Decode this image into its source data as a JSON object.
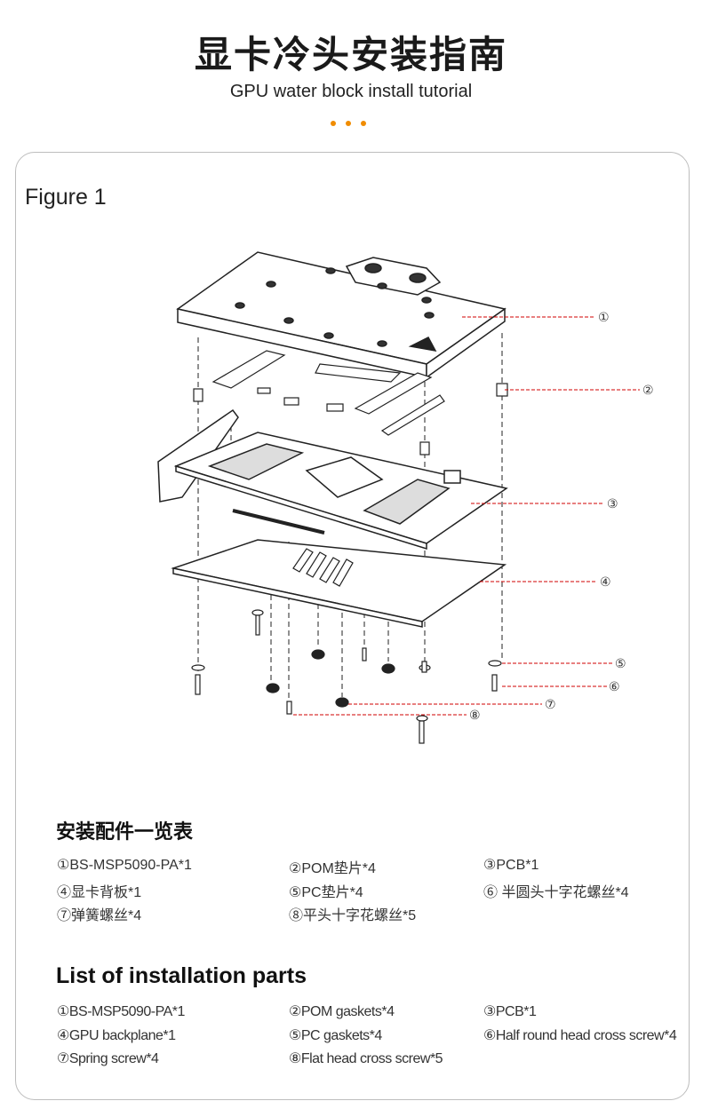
{
  "header": {
    "title": "显卡冷头安装指南",
    "subtitle": "GPU water block install tutorial",
    "accent": "#f08c00"
  },
  "figure": {
    "label": "Figure 1",
    "callouts": [
      "①",
      "②",
      "③",
      "④",
      "⑤",
      "⑥",
      "⑦",
      "⑧"
    ],
    "callout_color": "#d00000"
  },
  "parts_cn": {
    "heading": "安装配件一览表",
    "items": [
      [
        "①BS-MSP5090-PA*1",
        "②POM垫片*4",
        "③PCB*1"
      ],
      [
        "④显卡背板*1",
        "⑤PC垫片*4",
        "⑥ 半圆头十字花螺丝*4"
      ],
      [
        "⑦弹簧螺丝*4",
        "⑧平头十字花螺丝*5",
        ""
      ]
    ]
  },
  "parts_en": {
    "heading": "List of installation parts",
    "items": [
      [
        "①BS-MSP5090-PA*1",
        "②POM gaskets*4",
        "③PCB*1"
      ],
      [
        "④GPU backplane*1",
        "⑤PC gaskets*4",
        "⑥Half round head cross screw*4"
      ],
      [
        "⑦Spring screw*4",
        "⑧Flat head cross screw*5",
        ""
      ]
    ]
  }
}
